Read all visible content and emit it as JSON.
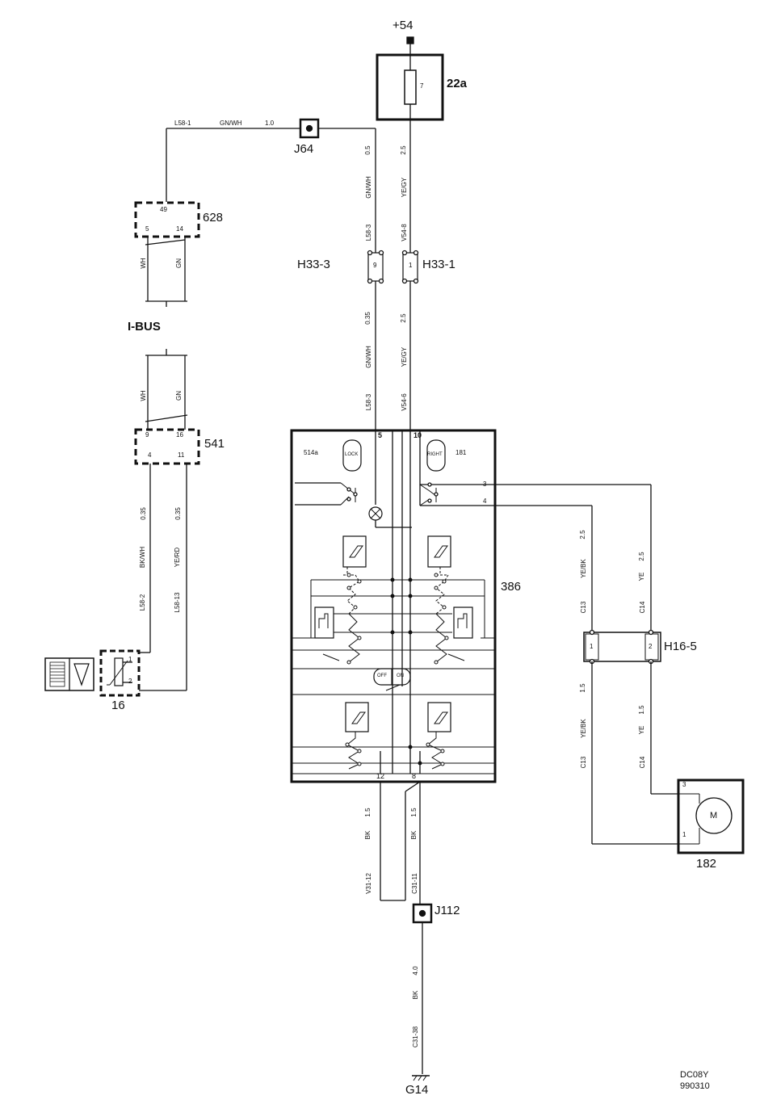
{
  "supply": {
    "label": "+54"
  },
  "fuse": {
    "label": "22a",
    "number": "7"
  },
  "junctions": {
    "j64": "J64",
    "j112": "J112"
  },
  "ground": {
    "label": "G14"
  },
  "ibus": {
    "label": "I-BUS"
  },
  "components": {
    "c628": {
      "label": "628",
      "pin_49": "49",
      "pin_5": "5",
      "pin_14": "14"
    },
    "c541": {
      "label": "541",
      "pin_9": "9",
      "pin_16": "16",
      "pin_4": "4",
      "pin_11": "11"
    },
    "c16": {
      "label": "16",
      "pin_1": "1",
      "pin_2": "2"
    },
    "c386": {
      "label": "386",
      "pin_5": "5",
      "pin_10": "10",
      "pin_3": "3",
      "pin_4": "4",
      "pin_12": "12",
      "pin_8": "8",
      "sub_514a": "514a",
      "sub_181": "181",
      "sw_lock": "LOCK",
      "sw_right": "RIGHT",
      "off": "OFF",
      "on": "ON"
    },
    "c182": {
      "label": "182",
      "motor": "M",
      "pin_3": "3",
      "pin_1": "1"
    },
    "h33_3": {
      "label": "H33-3",
      "pin": "9"
    },
    "h33_1": {
      "label": "H33-1",
      "pin": "1"
    },
    "h16_5": {
      "label": "H16-5",
      "pin_1": "1",
      "pin_2": "2"
    }
  },
  "wires": {
    "top_l58_1": {
      "id": "L58-1",
      "color": "GN/WH",
      "size": "1.0"
    },
    "v_gnwh_upper": {
      "size": "0.5",
      "color": "GN/WH",
      "id": "L58-3"
    },
    "v_yegy_upper": {
      "size": "2.5",
      "color": "YE/GY",
      "id": "V54-8"
    },
    "v_gnwh_lower": {
      "size": "0.35",
      "color": "GN/WH",
      "id": "L58-3"
    },
    "v_yegy_lower": {
      "size": "2.5",
      "color": "YE/GY",
      "id": "V54-6"
    },
    "ibus_wh_top": "WH",
    "ibus_gn_top": "GN",
    "ibus_wh_bot": "WH",
    "ibus_gn_bot": "GN",
    "w541_left": {
      "size": "0.35",
      "color": "BK/WH",
      "id": "L58-2"
    },
    "w541_right": {
      "size": "0.35",
      "color": "YE/RD",
      "id": "L58-13"
    },
    "h16_left_top": {
      "size": "2.5",
      "color": "YE/BK",
      "id": "C13"
    },
    "h16_right_top": {
      "size": "2.5",
      "color": "YE",
      "id": "C14"
    },
    "h16_left_bot": {
      "size": "1.5",
      "color": "YE/BK",
      "id": "C13"
    },
    "h16_right_bot": {
      "size": "1.5",
      "color": "YE",
      "id": "C14"
    },
    "gnd_left": {
      "size": "1.5",
      "color": "BK",
      "id": "V31-12"
    },
    "gnd_right": {
      "size": "1.5",
      "color": "BK",
      "id": "C31-11"
    },
    "gnd_main": {
      "size": "4.0",
      "color": "BK",
      "id": "C31-38"
    }
  },
  "footer": {
    "code": "DC08Y",
    "date": "990310"
  }
}
